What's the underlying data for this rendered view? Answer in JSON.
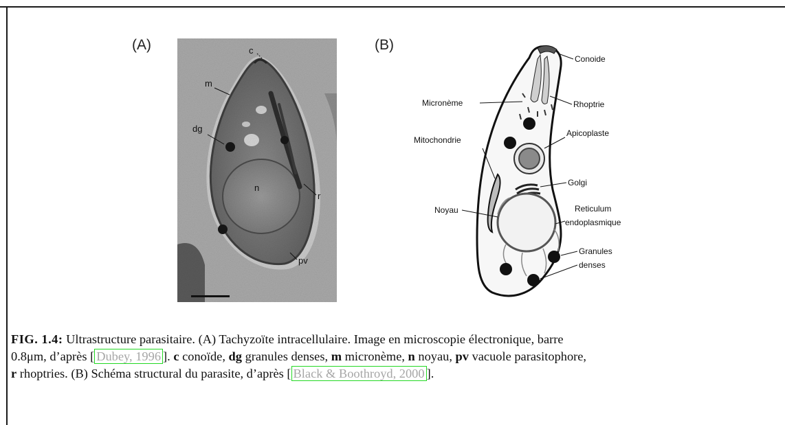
{
  "figure": {
    "panel_a_label": "(A)",
    "panel_b_label": "(B)",
    "micrograph_labels": {
      "c": "c",
      "m": "m",
      "dg": "dg",
      "n": "n",
      "r": "r",
      "pv": "pv"
    },
    "schema_labels": {
      "conoide": "Conoide",
      "microneme": "Micronème",
      "rhoptrie": "Rhoptrie",
      "apicoplaste": "Apicoplaste",
      "mitochondrie": "Mitochondrie",
      "golgi": "Golgi",
      "noyau": "Noyau",
      "reticulum_1": "Reticulum",
      "reticulum_2": "endoplasmique",
      "granules_1": "Granules",
      "granules_2": "denses"
    }
  },
  "caption": {
    "fig_label": "FIG. 1.4:",
    "line1_text": " Ultrastructure parasitaire. (A) Tachyzoïte intracellulaire. Image en microscopie électronique, barre",
    "line2_start": "0.8μm, d’après ",
    "cite1": "Dubey, 1996",
    "line2_after_cite": ". ",
    "t_c": "c",
    "d_c": " conoïde, ",
    "t_dg": "dg",
    "d_dg": " granules denses, ",
    "t_m": "m",
    "d_m": " micronème, ",
    "t_n": "n",
    "d_n": " noyau, ",
    "t_pv": "pv",
    "d_pv": " vacuole parasitophore,",
    "t_r": "r",
    "d_r": " rhoptries. (B) Schéma structural du parasite, d’après ",
    "cite2": "Black & Boothroyd, 2000",
    "line3_end": "."
  }
}
